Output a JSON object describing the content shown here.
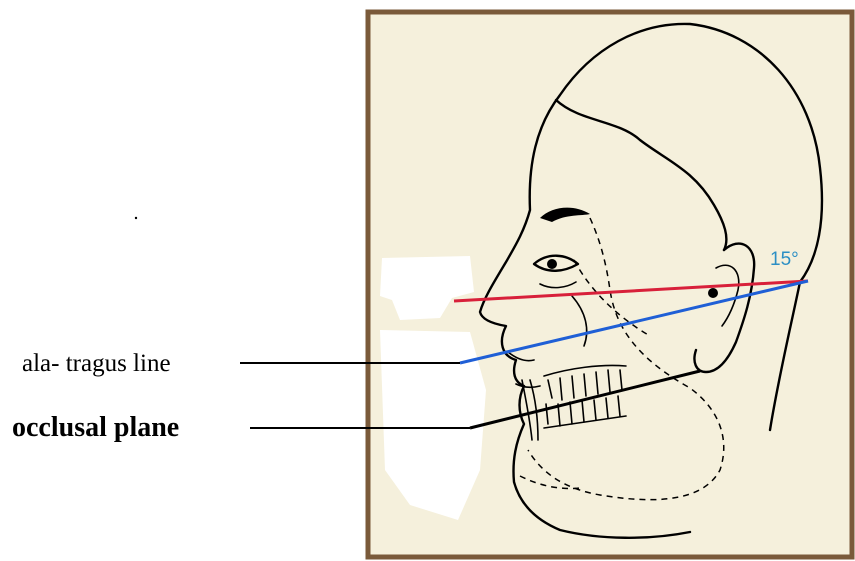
{
  "labels": {
    "ala_tragus": "ala- tragus line",
    "occlusal": "occlusal plane",
    "angle": "15°"
  },
  "colors": {
    "panel_fill": "#f5f0dc",
    "panel_border": "#7a5a3a",
    "red_line": "#d8203a",
    "blue_line": "#1f5fd6",
    "black_line": "#000000",
    "angle_text": "#2c8fc4"
  }
}
